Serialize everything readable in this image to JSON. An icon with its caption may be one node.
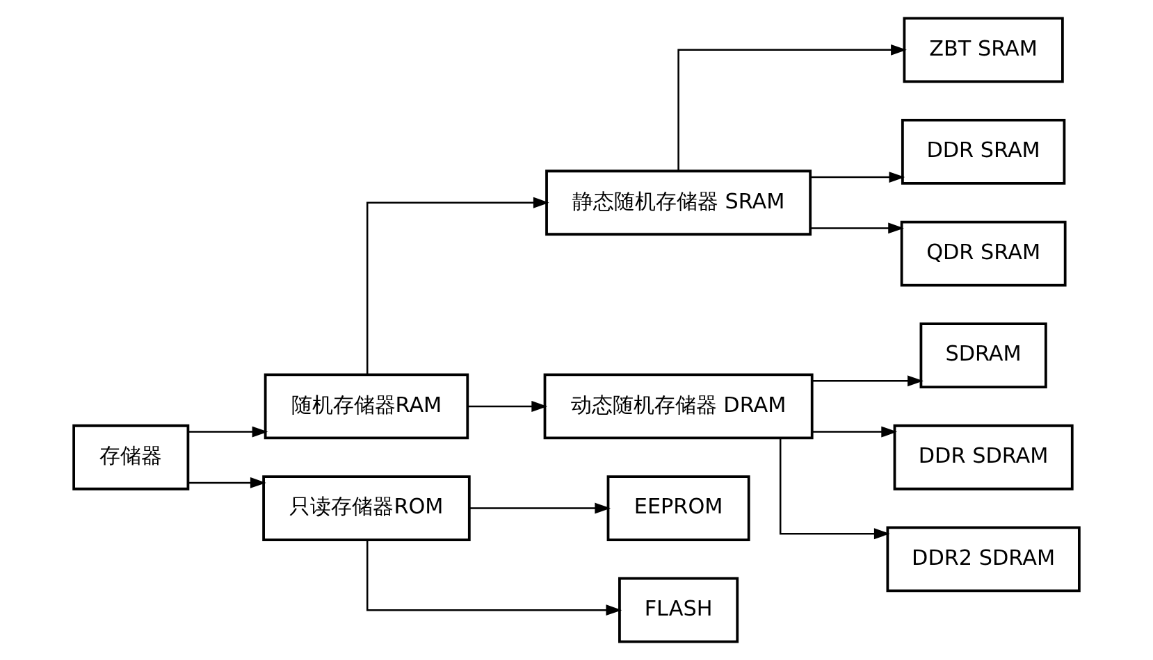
{
  "diagram": {
    "nodes": [
      {
        "text": [
          "存储器"
        ]
      },
      {
        "text": [
          "随机存储器RAM"
        ]
      },
      {
        "text": [
          "只读存储器ROM"
        ]
      },
      {
        "text": [
          "静态随机存储器 SRAM"
        ]
      },
      {
        "text": [
          "动态随机存储器 DRAM"
        ]
      },
      {
        "text": [
          "ZBT SRAM"
        ]
      },
      {
        "text": [
          "DDR SRAM"
        ]
      },
      {
        "text": [
          "QDR SRAM"
        ]
      },
      {
        "text": [
          "SDRAM"
        ]
      },
      {
        "text": [
          "DDR SDRAM"
        ]
      },
      {
        "text": [
          "DDR2 SDRAM"
        ]
      },
      {
        "text": [
          "EEPROM"
        ]
      },
      {
        "text": [
          "FLASH"
        ]
      }
    ],
    "edges": [
      {
        "from": 0,
        "to": 1,
        "arrow": "to"
      },
      {
        "from": 0,
        "to": 2,
        "arrow": "to"
      },
      {
        "from": 1,
        "to": 3,
        "arrow": "to"
      },
      {
        "from": 1,
        "to": 4,
        "arrow": "to"
      },
      {
        "from": 3,
        "to": 5,
        "arrow": "to"
      },
      {
        "from": 3,
        "to": 6,
        "arrow": "to"
      },
      {
        "from": 3,
        "to": 7,
        "arrow": "to"
      },
      {
        "from": 4,
        "to": 8,
        "arrow": "to"
      },
      {
        "from": 4,
        "to": 9,
        "arrow": "to"
      },
      {
        "from": 4,
        "to": 10,
        "arrow": "to"
      },
      {
        "from": 2,
        "to": 11,
        "arrow": "to"
      },
      {
        "from": 2,
        "to": 12,
        "arrow": "to"
      }
    ]
  }
}
